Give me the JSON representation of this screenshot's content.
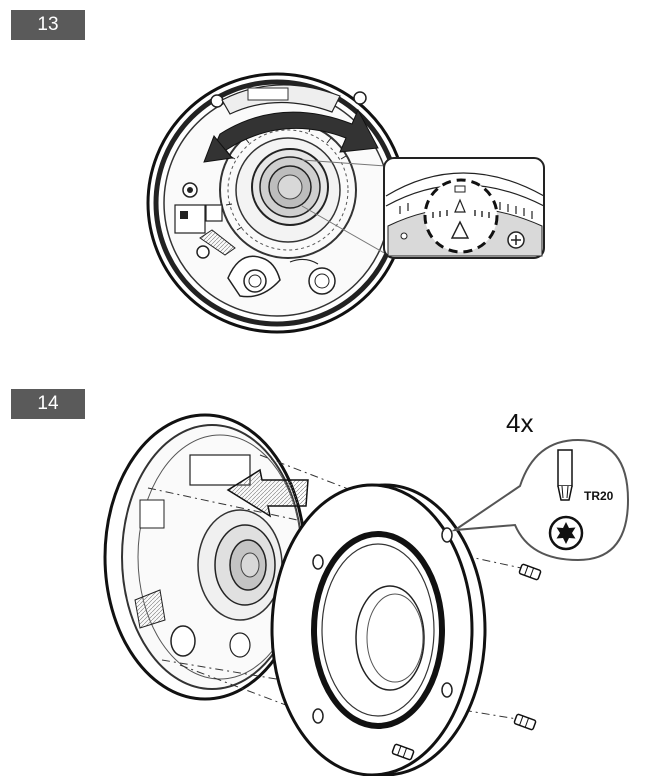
{
  "steps": [
    {
      "number": "13"
    },
    {
      "number": "14"
    }
  ],
  "step14": {
    "quantity_label": "4x",
    "tool_label": "TR20"
  },
  "icons": [
    "rotate-arrow-icon",
    "torx-bit-icon",
    "torx-star-icon",
    "push-arrow-icon",
    "screw-icon"
  ]
}
